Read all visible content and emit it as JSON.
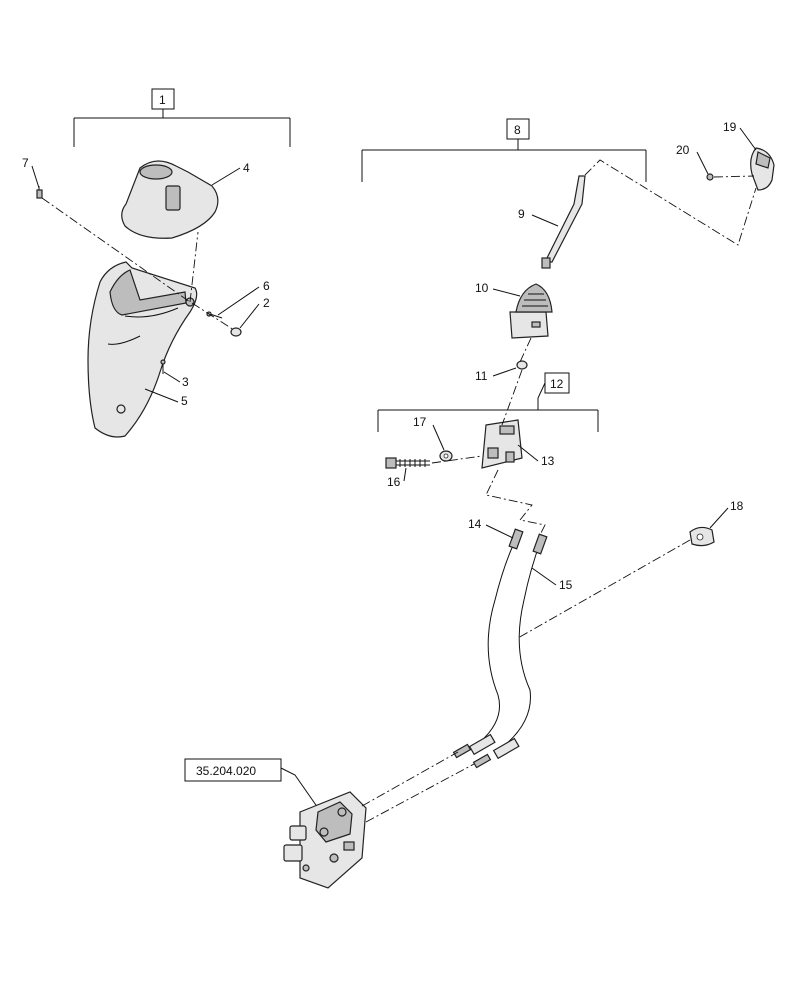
{
  "callouts": {
    "c1": "1",
    "c2": "2",
    "c3": "3",
    "c4": "4",
    "c5": "5",
    "c6": "6",
    "c7": "7",
    "c8": "8",
    "c9": "9",
    "c10": "10",
    "c11": "11",
    "c12": "12",
    "c13": "13",
    "c14": "14",
    "c15": "15",
    "c16": "16",
    "c17": "17",
    "c18": "18",
    "c19": "19",
    "c20": "20"
  },
  "reference": "35.204.020"
}
